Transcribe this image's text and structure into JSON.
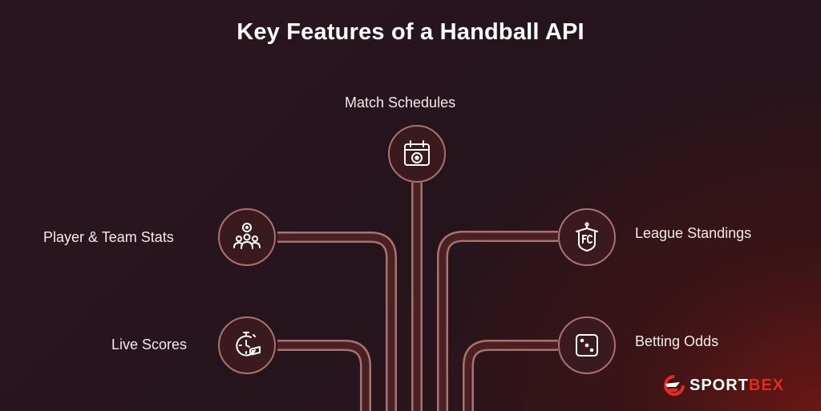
{
  "title": "Key Features of a Handball API",
  "features": {
    "match_schedules": {
      "label": "Match Schedules",
      "icon": "calendar-ball-icon"
    },
    "player_team_stats": {
      "label": "Player & Team Stats",
      "icon": "team-ball-icon"
    },
    "league_standings": {
      "label": "League Standings",
      "icon": "fc-badge-icon"
    },
    "live_scores": {
      "label": "Live Scores",
      "icon": "stopwatch-whistle-icon"
    },
    "betting_odds": {
      "label": "Betting Odds",
      "icon": "dice-icon"
    }
  },
  "brand": {
    "name_part1": "SPORT",
    "name_part2": "BEX",
    "accent": "#e32b24"
  },
  "colors": {
    "line": "#a8726f",
    "line_fill": "#4a2024",
    "node_bg": "#3a1a1e"
  }
}
